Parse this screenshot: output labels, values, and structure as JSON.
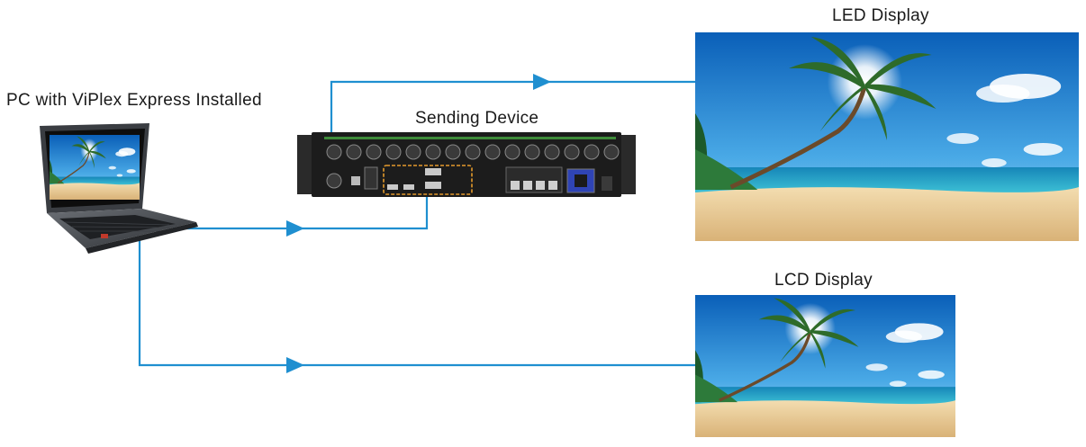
{
  "labels": {
    "pc": "PC with ViPlex Express Installed",
    "sending_device": "Sending Device",
    "led_display": "LED Display",
    "lcd_display": "LCD Display"
  },
  "colors": {
    "connection_line": "#1f8fd0",
    "sky_top": "#0a5fb8",
    "sky_bottom": "#6cc4f2",
    "sea": "#1aa3c8",
    "sand": "#e9c98c",
    "device_body": "#1c1c1c"
  },
  "icons": [
    "laptop-icon",
    "sending-device-icon",
    "led-display-image",
    "lcd-display-image"
  ]
}
